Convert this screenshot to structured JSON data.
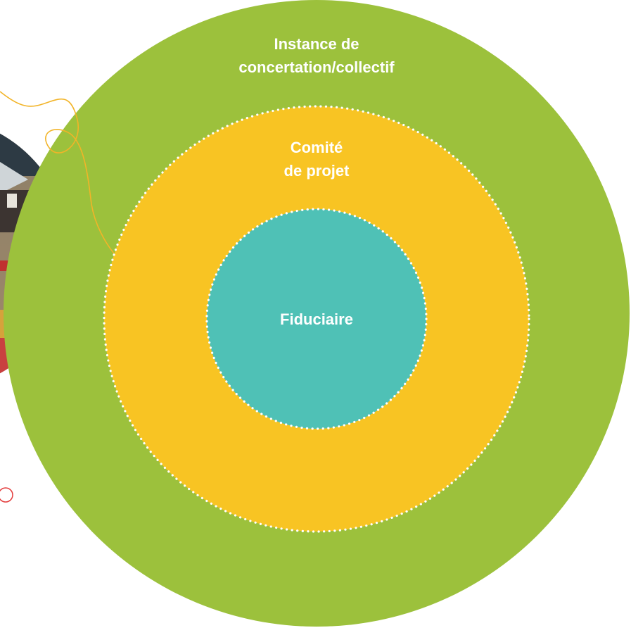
{
  "diagram": {
    "outer_label_line1": "Instance de",
    "outer_label_line2": "concertation/collectif",
    "middle_label_line1": "Comité",
    "middle_label_line2": "de projet",
    "inner_label": "Fiduciaire"
  },
  "colors": {
    "outer": "#9cc13c",
    "middle": "#f8c423",
    "inner": "#4fc1b6",
    "dots": "#ffffff",
    "decor_line": "#f2b428",
    "decor_ring": "#e33b3b"
  },
  "decor": {
    "photo": "partially-visible-store-shelf-photo",
    "squiggle": "orange-squiggle-line",
    "ring": "small-red-ring"
  }
}
